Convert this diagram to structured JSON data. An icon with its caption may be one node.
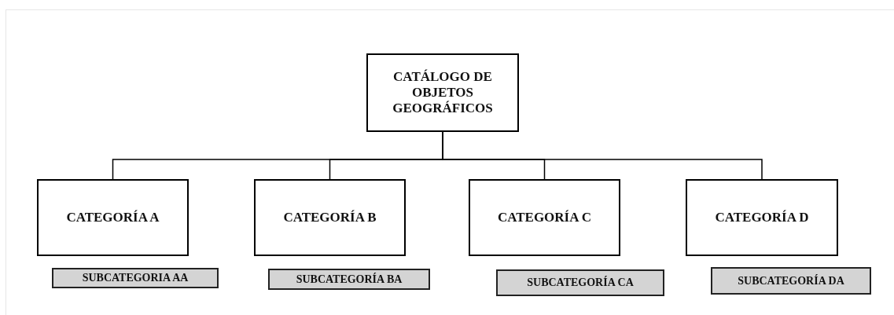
{
  "diagram": {
    "nodes": [
      {
        "text": [
          "CATÁLOGO DE OBJETOS GEOGRÁFICOS"
        ]
      },
      {
        "text": [
          "CATEGORÍA A"
        ]
      },
      {
        "text": [
          "CATEGORÍA B"
        ]
      },
      {
        "text": [
          "CATEGORÍA C"
        ]
      },
      {
        "text": [
          "CATEGORÍA D"
        ]
      },
      {
        "text": [
          "SUBCATEGORIA AA"
        ]
      },
      {
        "text": [
          "SUBCATEGORÍA BA"
        ]
      },
      {
        "text": [
          "SUBCATEGORÍA CA"
        ]
      },
      {
        "text": [
          "SUBCATEGORÍA DA"
        ]
      }
    ],
    "edges": [
      {
        "from": 0,
        "to": 1,
        "arrow": "none"
      },
      {
        "from": 0,
        "to": 2,
        "arrow": "none"
      },
      {
        "from": 0,
        "to": 3,
        "arrow": "none"
      },
      {
        "from": 0,
        "to": 4,
        "arrow": "none"
      }
    ]
  }
}
